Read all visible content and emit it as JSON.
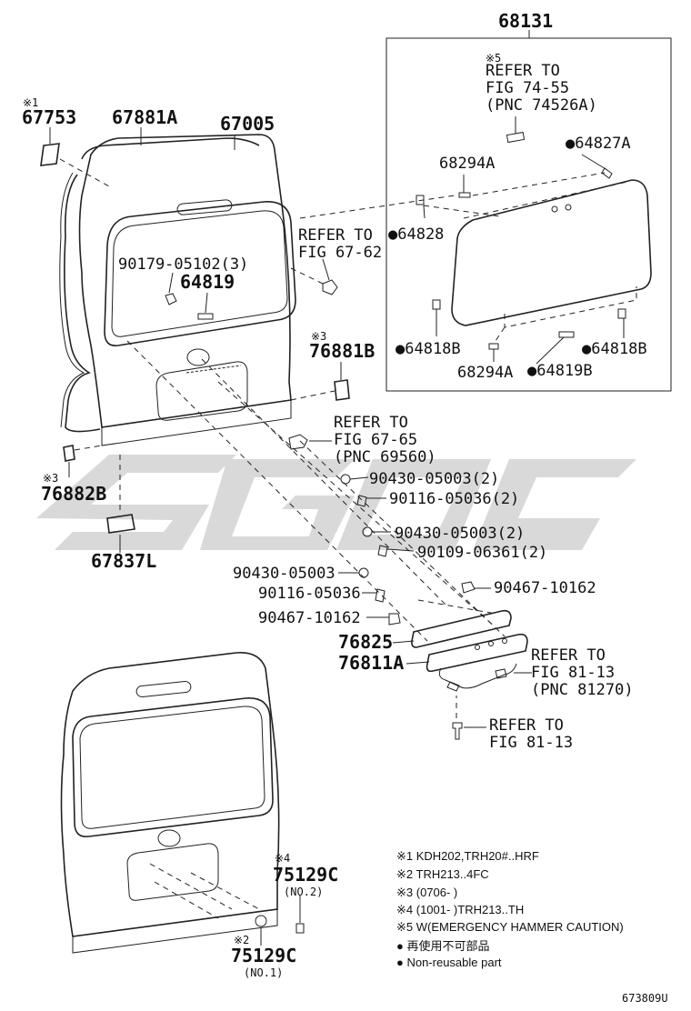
{
  "diagram_id": "673809U",
  "callouts": {
    "c68131": "68131",
    "refer_74_55_mark": "※5",
    "refer_74_55_l1": "REFER TO",
    "refer_74_55_l2": "FIG 74-55",
    "refer_74_55_l3": "(PNC 74526A)",
    "c64827A": "●64827A",
    "c68294A_top": "68294A",
    "c64828": "●64828",
    "c64818B_left": "●64818B",
    "c64818B_right": "●64818B",
    "c68294A_bottom": "68294A",
    "c64819B": "●64819B",
    "c67753_mark": "※1",
    "c67753": "67753",
    "c67881A": "67881A",
    "c67005": "67005",
    "refer_67_62_l1": "REFER TO",
    "refer_67_62_l2": "FIG 67-62",
    "c90179": "90179-05102(3)",
    "c64819": "64819",
    "c76881B_mark": "※3",
    "c76881B": "76881B",
    "refer_67_65_l1": "REFER TO",
    "refer_67_65_l2": "FIG 67-65",
    "refer_67_65_l3": "(PNC 69560)",
    "c90430a": "90430-05003(2)",
    "c90116a": "90116-05036(2)",
    "c90430b": "90430-05003(2)",
    "c90109": "90109-06361(2)",
    "c76882B_mark": "※3",
    "c76882B": "76882B",
    "c67837L": "67837L",
    "c90430c": "90430-05003",
    "c90116b": "90116-05036",
    "c90467a": "90467-10162",
    "c90467b": "90467-10162",
    "c76825": "76825",
    "c76811A": "76811A",
    "refer_81_13a_l1": "REFER TO",
    "refer_81_13a_l2": "FIG 81-13",
    "refer_81_13a_l3": "(PNC 81270)",
    "refer_81_13b_l1": "REFER TO",
    "refer_81_13b_l2": "FIG 81-13",
    "c75129C_top_mark": "※4",
    "c75129C_top": "75129C",
    "c75129C_top_no": "(NO.2)",
    "c75129C_bot_mark": "※2",
    "c75129C_bot": "75129C",
    "c75129C_bot_no": "(NO.1)"
  },
  "notes": [
    "※1 KDH202,TRH20#..HRF",
    "※2 TRH213..4FC",
    "※3 (0706-        )",
    "※4 (1001-        )TRH213..TH",
    "※5 W(EMERGENCY HAMMER CAUTION)",
    "● 再使用不可部品",
    "● Non-reusable part"
  ]
}
